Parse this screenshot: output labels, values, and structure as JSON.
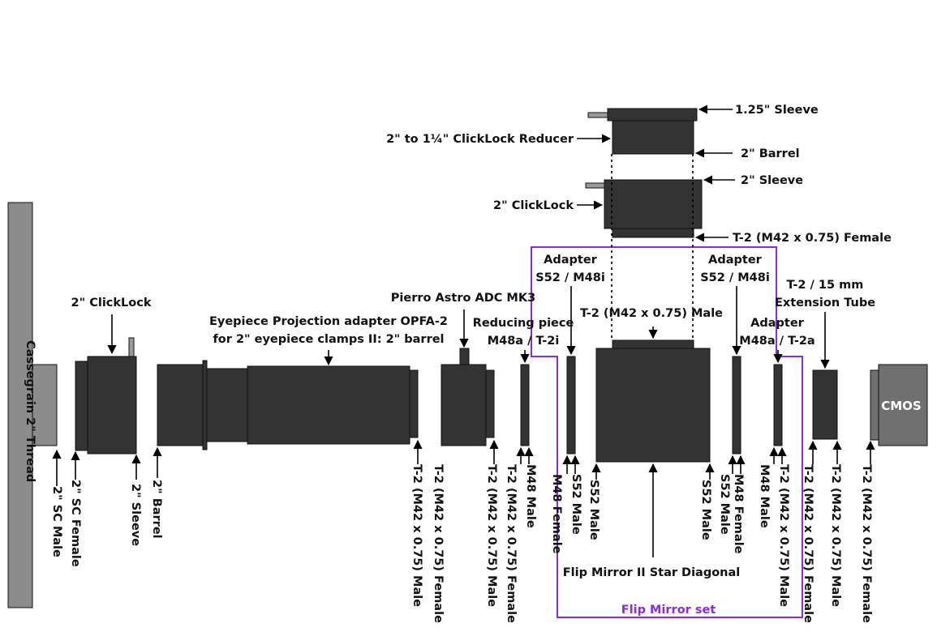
{
  "colors": {
    "part": "#333333",
    "cassegrain": "#8c8c8c",
    "cmos": "#707070",
    "stub": "#9a9a9a",
    "set_border": "#8a2be2"
  },
  "labels": {
    "cassegrain": "Cassegrain 2\" Thread",
    "sc_male": "2\" SC Male",
    "sc_female": "2\" SC Female",
    "clicklock_top": "2\" ClickLock",
    "sleeve": "2\" Sleeve",
    "barrel": "2\" Barrel",
    "eyepiece_1": "Eyepiece Projection adapter OPFA-2",
    "eyepiece_2": "for 2\" eyepiece clamps II: 2\" barrel",
    "t2_male_1": "T-2 (M42 x 0.75) Male",
    "pierro": "Pierro Astro ADC MK3",
    "t2_female_1": "T-2 (M42 x 0.75) Female",
    "t2_male_2": "T-2 (M42 x 0.75) Male",
    "reducing_1": "Reducing piece",
    "reducing_2": "M48a / T-2i",
    "t2_female_2": "T-2 (M42 x 0.75) Female",
    "m48_male_1": "M48 Male",
    "adapter_left_1": "Adapter",
    "adapter_left_2": "S52 / M48i",
    "m48_female_1": "M48 Female",
    "s52_male_1": "S52 Male",
    "s52_male_2": "S52 Male",
    "t2_male_top": "T-2 (M42 x 0.75) Male",
    "flip_mirror": "Flip Mirror II Star Diagonal",
    "s52_male_3": "S52 Male",
    "adapter_right_1": "Adapter",
    "adapter_right_2": "S52 / M48i",
    "s52_male_4": "S52 Male",
    "m48_female_2": "M48 Female",
    "adapter_m48_1": "Adapter",
    "adapter_m48_2": "M48a / T-2a",
    "m48_male_2": "M48 Male",
    "t2_male_3": "T-2 (M42 x 0.75) Male",
    "ext_1": "T-2 / 15 mm",
    "ext_2": "Extension Tube",
    "t2_female_3": "T-2 (M42 x 0.75) Female",
    "t2_male_4": "T-2 (M42 x 0.75) Male",
    "t2_female_4": "T-2 (M42 x 0.75) Female",
    "cmos": "CMOS",
    "sleeve_125": "1.25\" Sleeve",
    "reducer": "2\" to 1¼\" ClickLock Reducer",
    "barrel_2": "2\" Barrel",
    "sleeve_2": "2\" Sleeve",
    "clicklock_2": "2\" ClickLock",
    "t2_female_top": "T-2 (M42 x 0.75) Female",
    "flip_set": "Flip Mirror set"
  }
}
